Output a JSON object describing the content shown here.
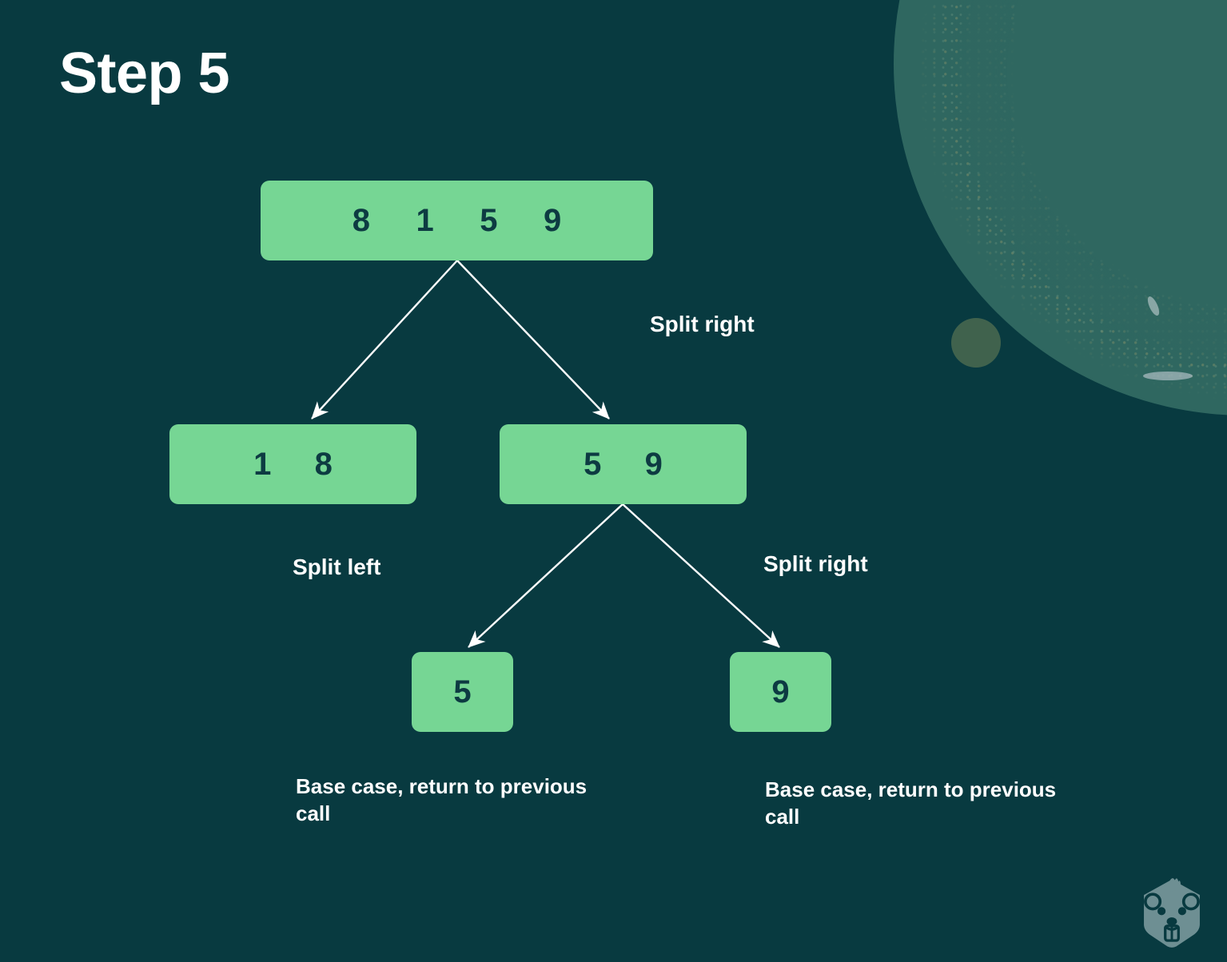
{
  "page": {
    "title": "Step 5",
    "background_color": "#083a40",
    "node_color": "#76d694",
    "node_text_color": "#0d3b42",
    "annotation_color": "#ffffff"
  },
  "tree": {
    "root": {
      "values": [
        "8",
        "1",
        "5",
        "9"
      ]
    },
    "level2": {
      "left": {
        "values": [
          "1",
          "8"
        ]
      },
      "right": {
        "values": [
          "5",
          "9"
        ]
      }
    },
    "leaves": {
      "left": {
        "value": "5"
      },
      "right": {
        "value": "9"
      }
    }
  },
  "annotations": {
    "split_right_top": "Split right",
    "split_left": "Split left",
    "split_right_bottom": "Split right",
    "base_case_left": "Base case, return to previous call",
    "base_case_right": "Base case, return to previous call"
  },
  "decor": {
    "logo_name": "beaver-mascot-logo",
    "planet_color": "#2f6760",
    "crater_color": "#4a6a50"
  }
}
